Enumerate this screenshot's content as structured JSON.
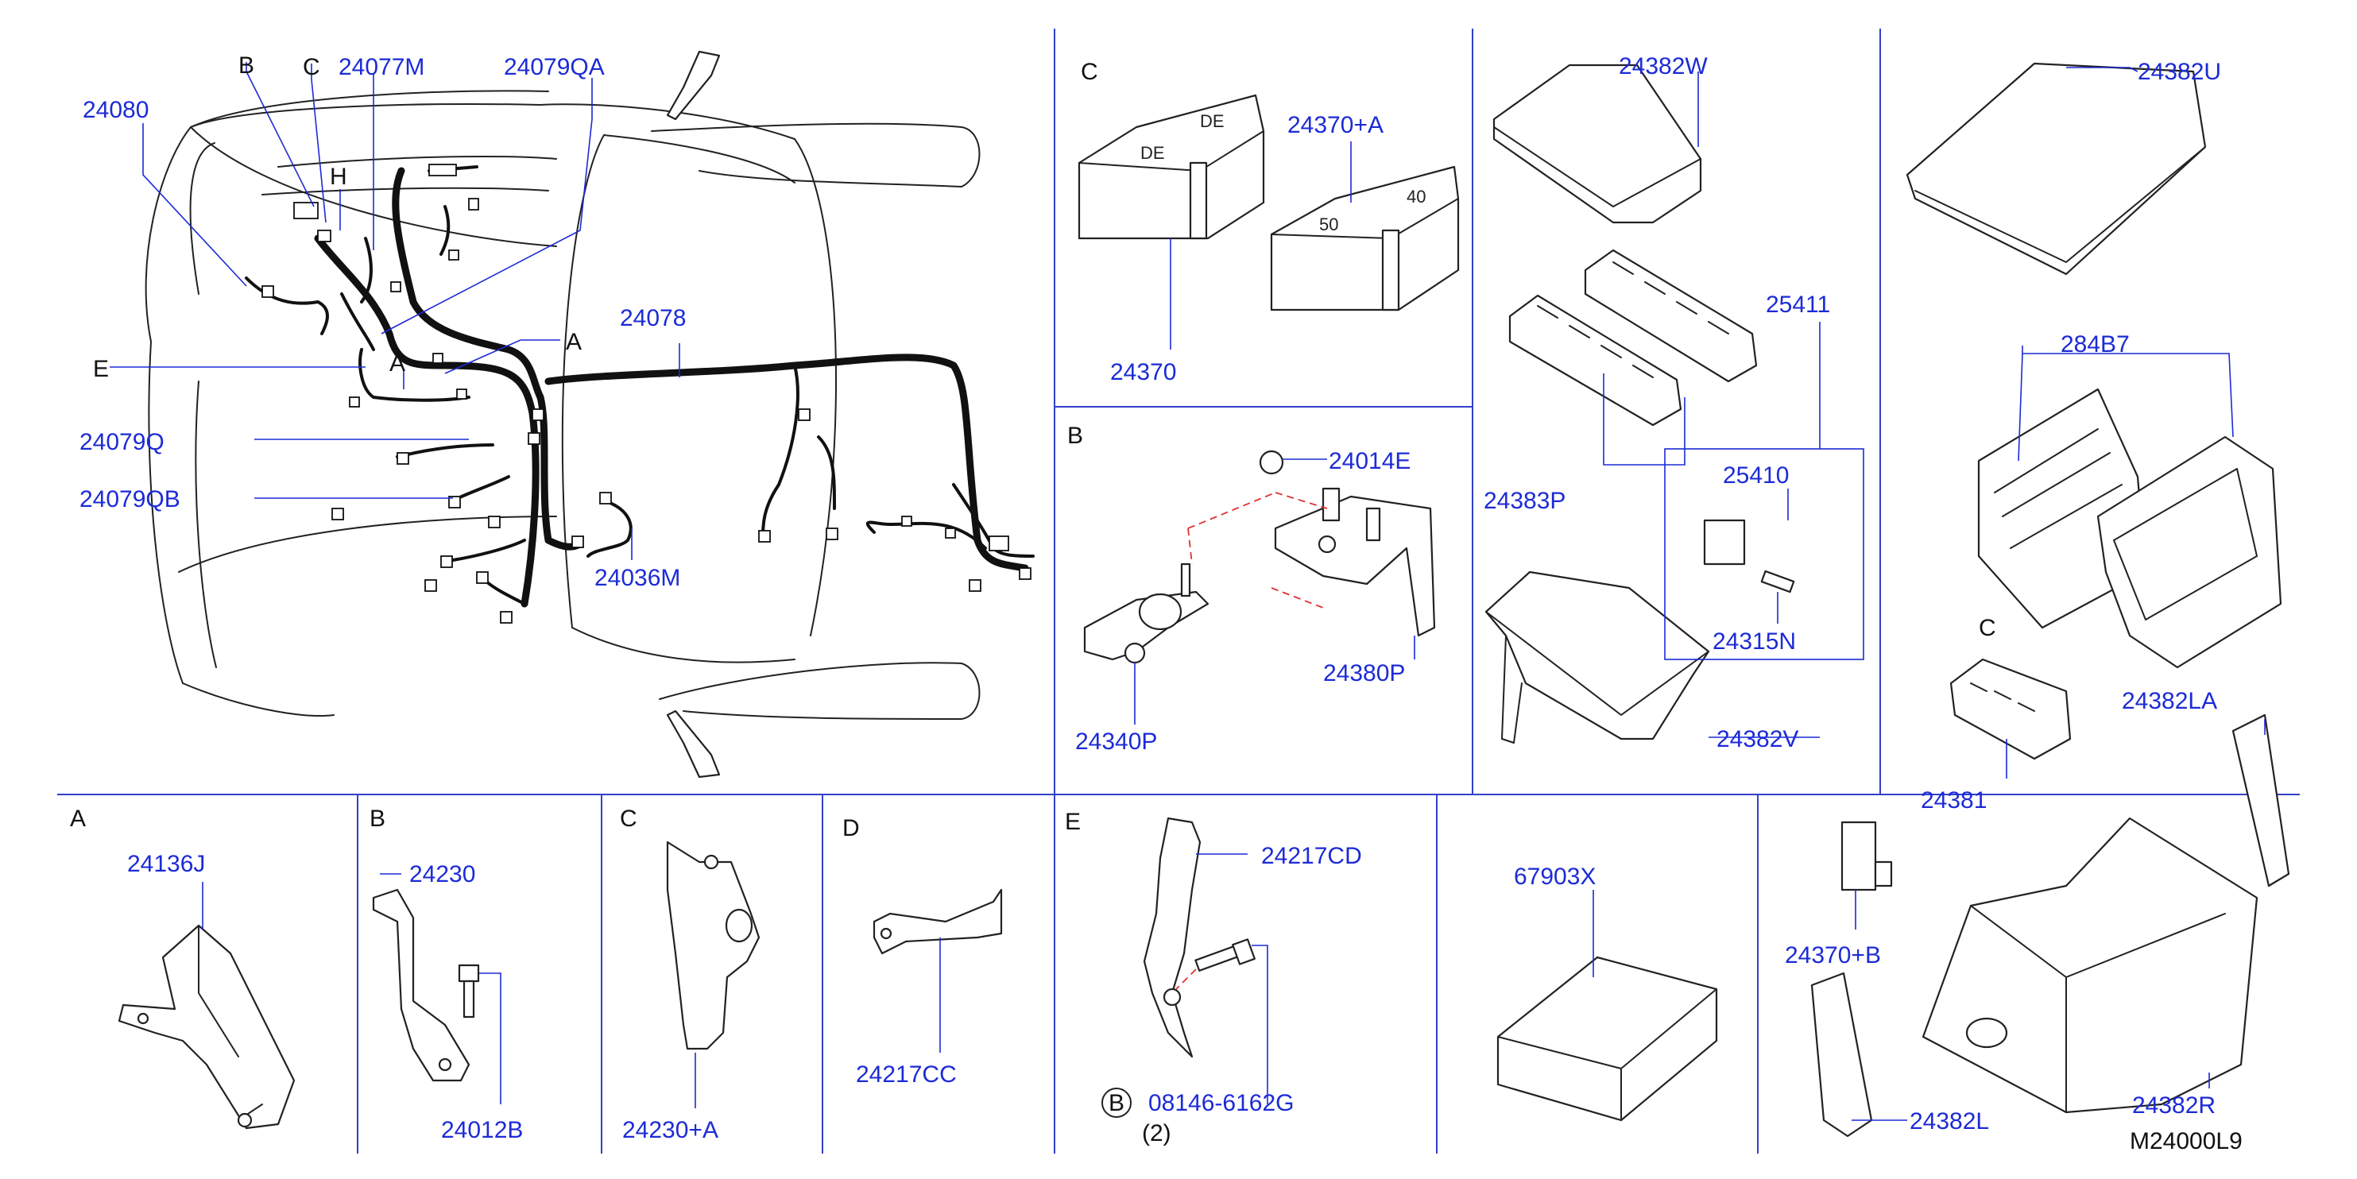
{
  "diagram_code": "M24000L9",
  "main_view": {
    "callouts": [
      "24080",
      "B",
      "C",
      "24077M",
      "24079QA",
      "H",
      "A",
      "E",
      "24078",
      "24079Q",
      "24079QB",
      "24036M",
      "A"
    ]
  },
  "detail_c_top": {
    "letter": "C",
    "parts": [
      "24370",
      "24370+A"
    ]
  },
  "detail_b_top": {
    "letter": "B",
    "parts": [
      "24014E",
      "24380P",
      "24340P"
    ]
  },
  "fuse_box": {
    "parts": [
      "24382W",
      "25411",
      "24383P",
      "25410",
      "24315N",
      "24382V"
    ]
  },
  "relay_box": {
    "parts": [
      "24382U",
      "284B7",
      "24381",
      "24382LA",
      "24370+B",
      "24382L",
      "24382R"
    ],
    "letter": "C"
  },
  "bottom_details": [
    {
      "letter": "A",
      "parts": [
        "24136J"
      ]
    },
    {
      "letter": "B",
      "parts": [
        "24230",
        "24012B"
      ]
    },
    {
      "letter": "C",
      "parts": [
        "24230+A"
      ]
    },
    {
      "letter": "D",
      "parts": [
        "24217CC"
      ]
    },
    {
      "letter": "E",
      "parts": [
        "24217CD",
        "08146-6162G"
      ],
      "bolt_symbol": "B",
      "quantity": "(2)"
    },
    {
      "letter": "",
      "parts": [
        "67903X"
      ]
    }
  ]
}
